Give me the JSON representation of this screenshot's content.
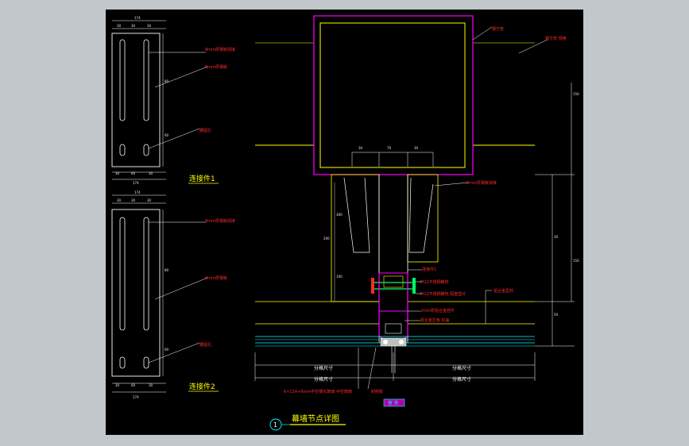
{
  "drawing": {
    "title": "幕墙节点详图",
    "detail_no": "1",
    "part1_label": "连接件1",
    "part2_label": "连接件2",
    "part1": {
      "top_dim": "174",
      "sub_dims": [
        "30",
        "30",
        "30"
      ],
      "bottom_dims": [
        "30",
        "60",
        "30"
      ],
      "bottom_total": "174",
      "side_dims": [
        "80",
        "60"
      ],
      "notes": [
        "8mm厚钢板焊接",
        "8mm厚钢板",
        "腰圆孔"
      ]
    },
    "part2": {
      "top_dim": "174",
      "sub_dims": [
        "30",
        "30",
        "30"
      ],
      "bottom_dims": [
        "30",
        "60",
        "30"
      ],
      "bottom_total": "174",
      "side_dims": [
        "80",
        "60"
      ],
      "notes": [
        "8mm厚钢板焊接",
        "8mm厚钢板",
        "腰圆孔"
      ]
    },
    "main": {
      "top_notes": [
        "钢方管",
        "钢方管 规格"
      ],
      "beam_dims": [
        "30",
        "70",
        "30"
      ],
      "plate_note": "8mm厚钢板焊接",
      "connector_note": "连接件1",
      "bolt_notes": [
        "M12不锈钢螺栓",
        "M12不锈钢螺栓 配套垫片"
      ],
      "right_note": "铝合金型材",
      "profile_notes": [
        "2mm厚铝合金挂件",
        "铝合金压板 扣盖"
      ],
      "span_labels": [
        "分格尺寸",
        "分格尺寸"
      ],
      "span_labels2": [
        "分格尺寸",
        "分格尺寸"
      ],
      "bottom_note": "6+12A+6mm中空钢化玻璃 中空玻璃",
      "sealant_note": "耐候胶",
      "center_tag": "室 外",
      "vert_dims": [
        "150",
        "150",
        "30",
        "50"
      ],
      "left_vert_dims": [
        "300",
        "200",
        "100"
      ]
    }
  },
  "colors": {
    "magenta": "#ff00ff",
    "yellow": "#ffff00",
    "white": "#ffffff",
    "red": "#ff2a2a",
    "cyan": "#00ffff",
    "green": "#00ff66",
    "tag_bg": "#b000b0"
  }
}
